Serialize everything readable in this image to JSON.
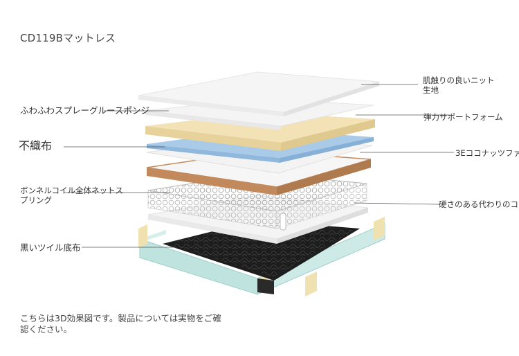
{
  "title": "CD119Bマットレス",
  "labels": {
    "soft_knit": [
      "肌触りの良いニット",
      "生地"
    ],
    "fluffy_sponge": "ふわふわスプレーグルースポンジ",
    "elastic_foam": "弾力サポートフォーム",
    "non_woven": "不織布",
    "coconut": "3Eココナッツファ",
    "spring": [
      "ボンネルコイル全体ネットス",
      "プリング"
    ],
    "hard_sub": "硬さのある代わりのコ",
    "base": "黒いツイル底布"
  },
  "note": [
    "こちらは3D効果図です。製品については実物をご確",
    "認ください。"
  ],
  "colors": {
    "white_layer": "#f4f4f4",
    "foam": "#f3e2b6",
    "non_woven": "#a9cbe8",
    "coconut": "#c28a5c",
    "base": "#1d1d1d",
    "frame": "#bfe3de"
  }
}
